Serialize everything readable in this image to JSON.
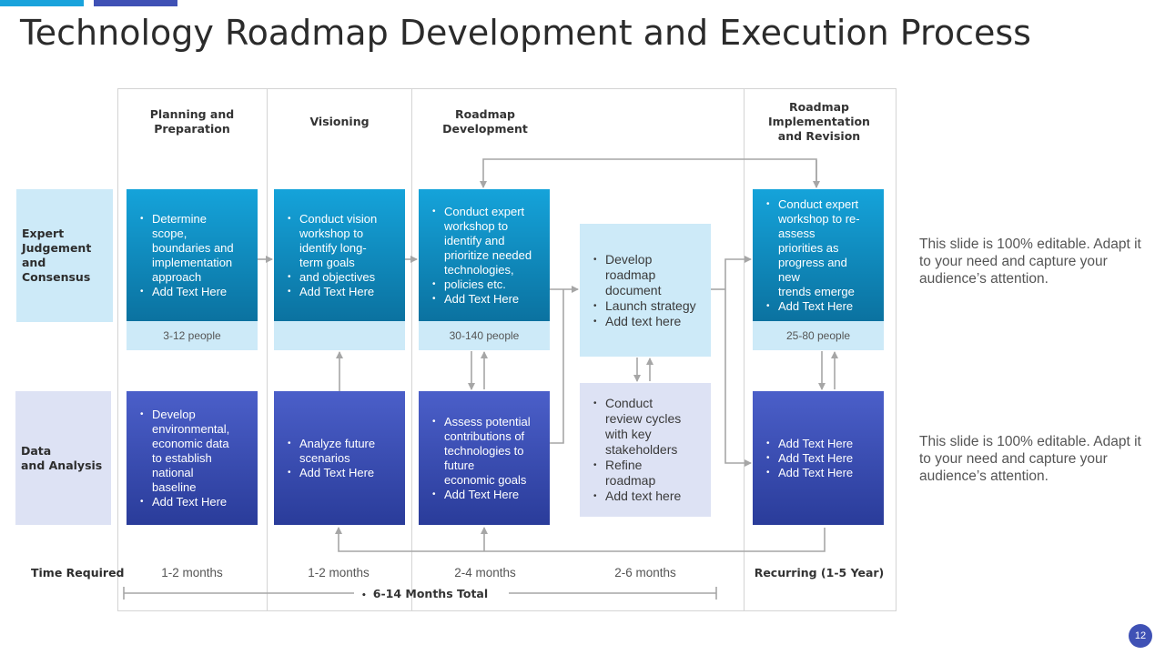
{
  "title": "Technology Roadmap Development and Execution Process",
  "colors": {
    "accent_blue": "#1aa3dc",
    "accent_navy": "#3f51b5",
    "light_blue": "#cdeaf8",
    "lavender": "#dde2f4"
  },
  "columns": [
    "Planning and\nPreparation",
    "Visioning",
    "Roadmap\nDevelopment",
    "Roadmap\nImplementation\nand Revision"
  ],
  "rows": {
    "expert": "Expert\nJudgement\nand Consensus",
    "data": "Data\nand Analysis",
    "time": "Time Required"
  },
  "expert_boxes": [
    {
      "items": [
        "Determine\nscope,\nboundaries and\nimplementation\napproach",
        "Add Text Here"
      ],
      "people": "3-12 people"
    },
    {
      "items": [
        "Conduct vision\nworkshop to\nidentify long-\nterm goals",
        "and objectives",
        "Add Text Here"
      ],
      "people": ""
    },
    {
      "items": [
        "Conduct expert\nworkshop to\nidentify and\nprioritize needed\ntechnologies,",
        "policies etc.",
        "Add Text Here"
      ],
      "people": "30-140 people"
    },
    {
      "items": [
        "Conduct expert\nworkshop to re-\nassess\npriorities as\nprogress and\nnew\ntrends emerge",
        "Add Text Here"
      ],
      "people": "25-80 people"
    }
  ],
  "data_boxes": [
    {
      "items": [
        "Develop\nenvironmental,\neconomic data\nto establish\nnational\nbaseline",
        "Add Text Here"
      ]
    },
    {
      "items": [
        "Analyze future\nscenarios",
        "Add Text Here"
      ]
    },
    {
      "items": [
        "Assess potential\ncontributions of\ntechnologies to\nfuture\n economic goals",
        "Add Text Here"
      ]
    },
    {
      "items": [
        "Add Text Here",
        "Add Text Here",
        "Add Text Here"
      ]
    }
  ],
  "middle_top": {
    "items": [
      "Develop\nroadmap\ndocument",
      "Launch strategy",
      "Add text here"
    ]
  },
  "middle_bottom": {
    "items": [
      "Conduct\nreview cycles\nwith key\nstakeholders",
      "Refine\nroadmap",
      "Add text here"
    ]
  },
  "times": [
    "1-2  months",
    "1-2  months",
    "2-4  months",
    "2-6  months",
    "Recurring (1-5 Year)"
  ],
  "total": "6-14  Months Total",
  "notes": [
    "This slide is 100% editable. Adapt it to your need and capture your audience’s attention.",
    "This slide is 100% editable. Adapt it to your need and capture your audience’s attention."
  ],
  "page_number": "12"
}
